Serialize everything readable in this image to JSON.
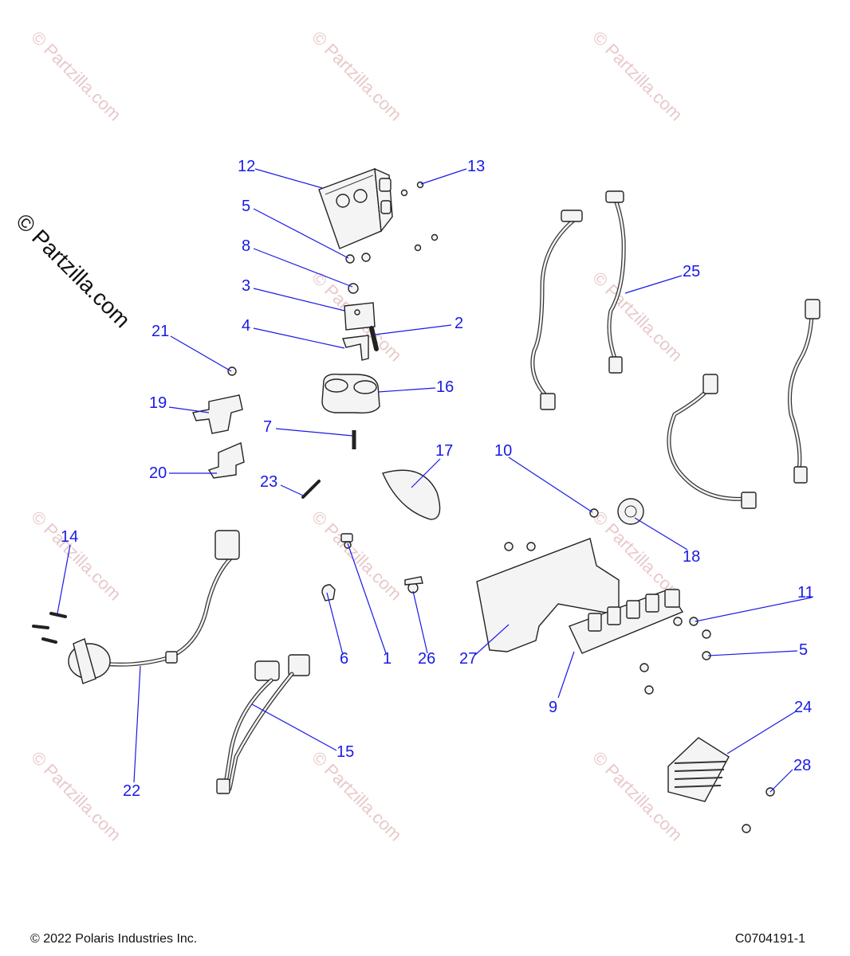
{
  "watermark": "© Partzilla.com",
  "footer": {
    "copyright": "© 2022 Polaris Industries Inc.",
    "diagram_id": "C0704191-1"
  },
  "callouts": {
    "c1": "1",
    "c2": "2",
    "c3": "3",
    "c4": "4",
    "c5a": "5",
    "c5b": "5",
    "c6": "6",
    "c7": "7",
    "c8": "8",
    "c9": "9",
    "c10": "10",
    "c11": "11",
    "c12": "12",
    "c13": "13",
    "c14": "14",
    "c15": "15",
    "c16": "16",
    "c17": "17",
    "c18": "18",
    "c19": "19",
    "c20": "20",
    "c21": "21",
    "c22": "22",
    "c23": "23",
    "c24": "24",
    "c25": "25",
    "c26": "26",
    "c27": "27",
    "c28": "28"
  }
}
